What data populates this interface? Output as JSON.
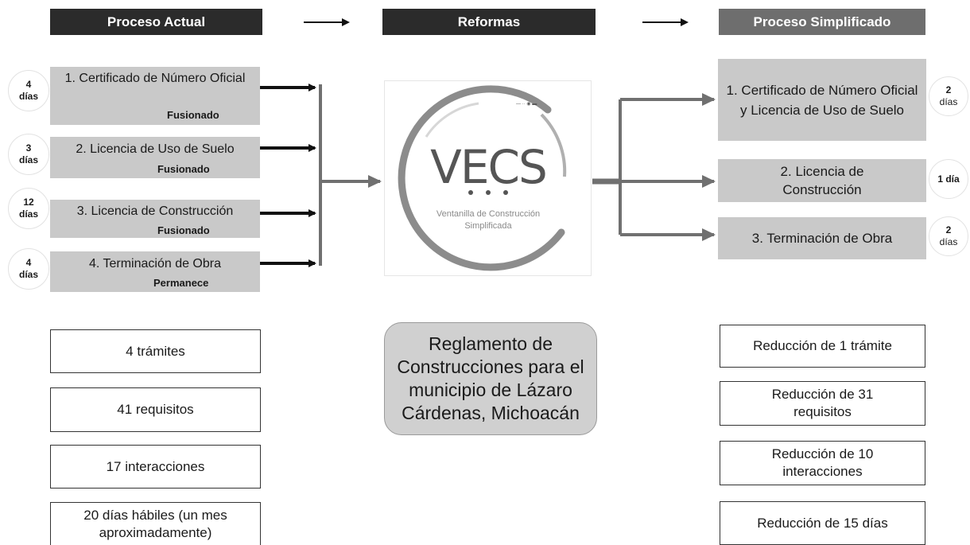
{
  "headers": {
    "current": "Proceso Actual",
    "reforms": "Reformas",
    "simplified": "Proceso Simplificado"
  },
  "current_process": [
    {
      "days_num": "4",
      "days_unit": "días",
      "title": "1. Certificado de Número Oficial",
      "note": "Fusionado"
    },
    {
      "days_num": "3",
      "days_unit": "días",
      "title": "2. Licencia de Uso de Suelo",
      "note": "Fusionado"
    },
    {
      "days_num": "12",
      "days_unit": "días",
      "title": "3. Licencia de Construcción",
      "note": "Fusionado"
    },
    {
      "days_num": "4",
      "days_unit": "días",
      "title": "4. Terminación de Obra",
      "note": "Permanece"
    }
  ],
  "logo": {
    "acronym": "VECS",
    "line1": "Ventanilla de Construcción",
    "line2": "Simplificada"
  },
  "regulation": "Reglamento de Construcciones para el municipio de Lázaro Cárdenas, Michoacán",
  "simplified_process": [
    {
      "title": "1. Certificado de Número Oficial y Licencia de Uso de Suelo",
      "days_num": "2",
      "days_unit": "días"
    },
    {
      "title": "2. Licencia de Construcción",
      "days_label": "1 día"
    },
    {
      "title": "3. Terminación de Obra",
      "days_num": "2",
      "days_unit": "días"
    }
  ],
  "current_stats": [
    "4 trámites",
    "41 requisitos",
    "17 interacciones",
    "20 días hábiles (un mes aproximadamente)"
  ],
  "reduction_stats": [
    "Reducción de 1 trámite",
    "Reducción de 31 requisitos",
    "Reducción de 10 interacciones",
    "Reducción de 15 días"
  ],
  "colors": {
    "header_dark": "#2b2b2b",
    "header_gray": "#6e6e6e",
    "box_gray": "#c9c9c9",
    "arrow_black": "#111111",
    "arrow_gray": "#707070",
    "logo_arc": "#8c8c8c"
  }
}
